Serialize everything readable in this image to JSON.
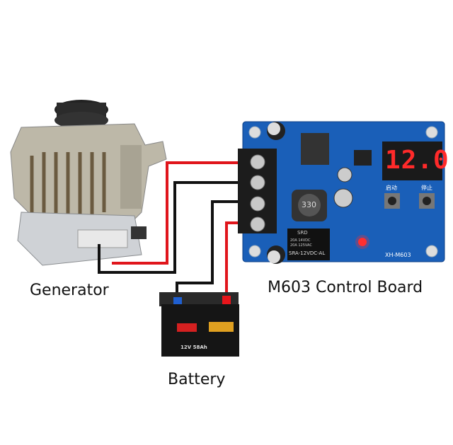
{
  "labels": {
    "generator": "Generator",
    "board": "M603 Control Board",
    "battery": "Battery"
  },
  "board": {
    "display_value": "12.0",
    "inductor_marking": "330",
    "relay_line1": "20A 14VDC",
    "relay_line2": "20A 125VAC",
    "relay_model": "SRA-12VDC-AL",
    "relay_brand": "SRD",
    "model": "XH-M603",
    "button_start": "启动",
    "button_stop": "停止"
  },
  "battery": {
    "rating": "12V 58Ah"
  },
  "colors": {
    "positive_wire": "#e0151b",
    "negative_wire": "#111111",
    "board_blue": "#1a5fb8",
    "display_red": "#ff2a2a"
  }
}
